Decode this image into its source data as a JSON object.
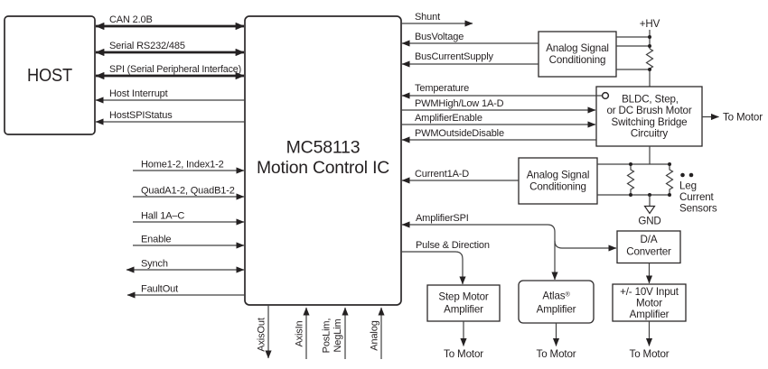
{
  "diagram": {
    "background": "#ffffff",
    "line_color": "#404040",
    "text_color": "#231f20",
    "nodes": {
      "host": {
        "label": "HOST"
      },
      "mc": {
        "line1": "MC58113",
        "line2": "Motion Control IC"
      },
      "asc_top": {
        "line1": "Analog Signal",
        "line2": "Conditioning"
      },
      "bridge": {
        "line1": "BLDC, Step,",
        "line2": "or DC Brush Motor",
        "line3": "Switching Bridge",
        "line4": "Circuitry"
      },
      "asc_bottom": {
        "line1": "Analog Signal",
        "line2": "Conditioning"
      },
      "dac": {
        "line1": "D/A",
        "line2": "Converter"
      },
      "step_amp": {
        "line1": "Step Motor",
        "line2": "Amplifier"
      },
      "atlas_amp": {
        "line1": "Atlas®",
        "line2": "Amplifier"
      },
      "v10_amp": {
        "line1": "+/- 10V Input",
        "line2": "Motor",
        "line3": "Amplifier"
      }
    },
    "host_bus": [
      {
        "label": "CAN 2.0B",
        "direction": "bidirectional"
      },
      {
        "label": "Serial RS232/485",
        "direction": "bidirectional"
      },
      {
        "label": "SPI (Serial Peripheral Interface)",
        "direction": "bidirectional"
      },
      {
        "label": "Host Interrupt",
        "direction": "to-host"
      },
      {
        "label": "HostSPIStatus",
        "direction": "to-host"
      }
    ],
    "left_signals": [
      {
        "label": "Home1-2, Index1-2",
        "direction": "in"
      },
      {
        "label": "QuadA1-2, QuadB1-2",
        "direction": "in"
      },
      {
        "label": "Hall 1A–C",
        "direction": "in"
      },
      {
        "label": "Enable",
        "direction": "in"
      },
      {
        "label": "Synch",
        "direction": "bidirectional"
      },
      {
        "label": "FaultOut",
        "direction": "out"
      }
    ],
    "bottom_pins": [
      {
        "label": "AxisOut",
        "direction": "out"
      },
      {
        "label": "AxisIn",
        "direction": "in"
      },
      {
        "label": "PosLim,",
        "label2": "NegLim",
        "direction": "in"
      },
      {
        "label": "Analog",
        "direction": "in"
      }
    ],
    "right_signals": [
      {
        "label": "Shunt",
        "direction": "out"
      },
      {
        "label": "BusVoltage",
        "direction": "in"
      },
      {
        "label": "BusCurrentSupply",
        "direction": "in"
      },
      {
        "label": "Temperature",
        "direction": "in"
      },
      {
        "label": "PWMHigh/Low 1A-D",
        "direction": "out"
      },
      {
        "label": "AmplifierEnable",
        "direction": "out"
      },
      {
        "label": "PWMOutsideDisable",
        "direction": "in"
      },
      {
        "label": "Current1A-D",
        "direction": "in"
      },
      {
        "label": "AmplifierSPI",
        "direction": "bus"
      },
      {
        "label": "Pulse & Direction",
        "direction": "out"
      }
    ],
    "power": {
      "hv_label": "+HV",
      "gnd_label": "GND"
    },
    "leg_sensors": {
      "line1": "Leg",
      "line2": "Current",
      "line3": "Sensors"
    },
    "outputs": {
      "to_motor": "To Motor"
    }
  }
}
